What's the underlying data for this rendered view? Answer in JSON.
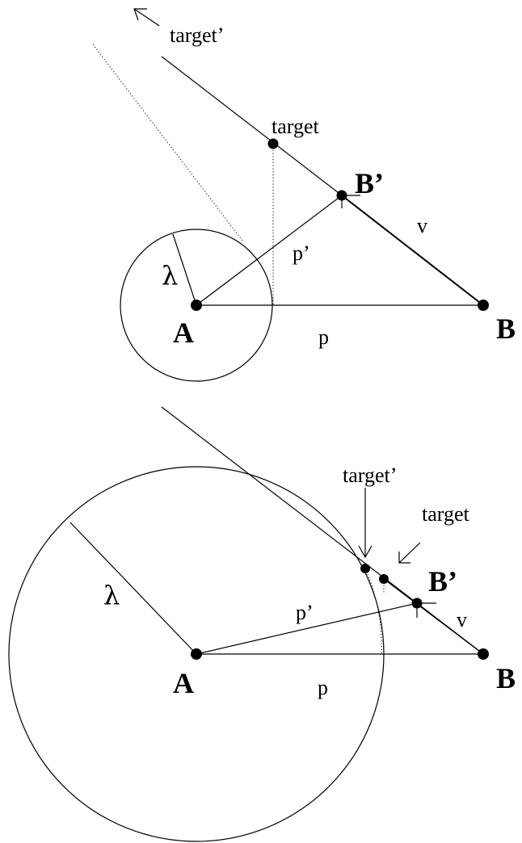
{
  "labels": {
    "A": "A",
    "B": "B",
    "B_prime": "B’",
    "p": "p",
    "p_prime": "p’",
    "v": "v",
    "lambda": "λ",
    "target": "target",
    "target_prime": "target’"
  }
}
